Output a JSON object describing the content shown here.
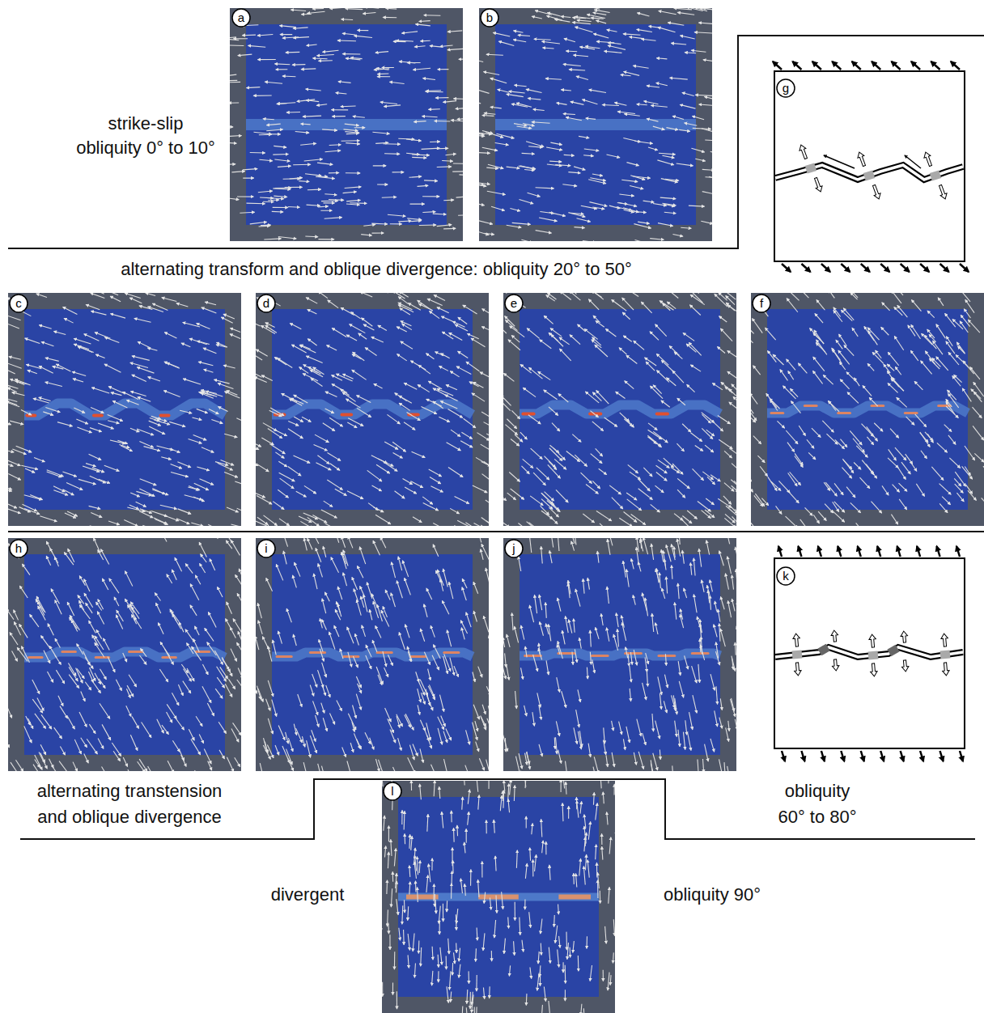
{
  "diagram": {
    "nodes": [
      {
        "text": [
          "a"
        ]
      },
      {
        "text": [
          "b"
        ]
      },
      {
        "text": [
          "g"
        ]
      },
      {
        "text": [
          "c"
        ]
      },
      {
        "text": [
          "d"
        ]
      },
      {
        "text": [
          "e"
        ]
      },
      {
        "text": [
          "f"
        ]
      },
      {
        "text": [
          "h"
        ]
      },
      {
        "text": [
          "i"
        ]
      },
      {
        "text": [
          "j"
        ]
      },
      {
        "text": [
          "k"
        ]
      },
      {
        "text": [
          "l"
        ]
      }
    ],
    "labels": [
      "strike-slip",
      "obliquity 0° to 10°",
      "alternating transform and oblique divergence: obliquity 20° to 50°",
      "alternating transtension",
      "and oblique divergence",
      "obliquity",
      "60° to 80°",
      "divergent",
      "obliquity 90°"
    ]
  }
}
